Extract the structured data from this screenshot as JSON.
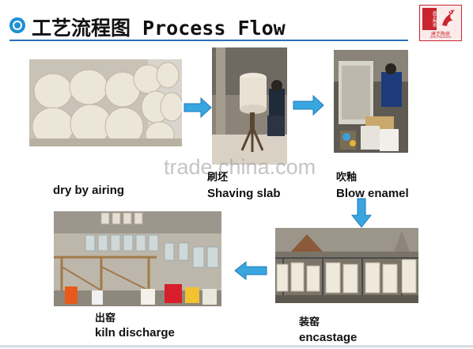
{
  "header": {
    "title": "工艺流程图 Process Flow",
    "logo": {
      "side_text": "唐艺陶瓷",
      "name": "唐艺陶瓷",
      "subtitle": "TANGYI CERAMICS",
      "icon": "phoenix-icon"
    }
  },
  "steps": [
    {
      "zh": "",
      "en": "dry by airing"
    },
    {
      "zh": "刷坯",
      "en": "Shaving slab"
    },
    {
      "zh": "吹釉",
      "en": "Blow enamel"
    },
    {
      "zh": "出窑",
      "en": "kiln discharge"
    },
    {
      "zh": "装窑",
      "en": "encastage"
    }
  ],
  "watermark": "trade.china.com",
  "colors": {
    "accent": "#1e90d6",
    "arrow": "#39a6e0",
    "title_rule": "#2a6fb8",
    "logo_red": "#c9252f"
  }
}
